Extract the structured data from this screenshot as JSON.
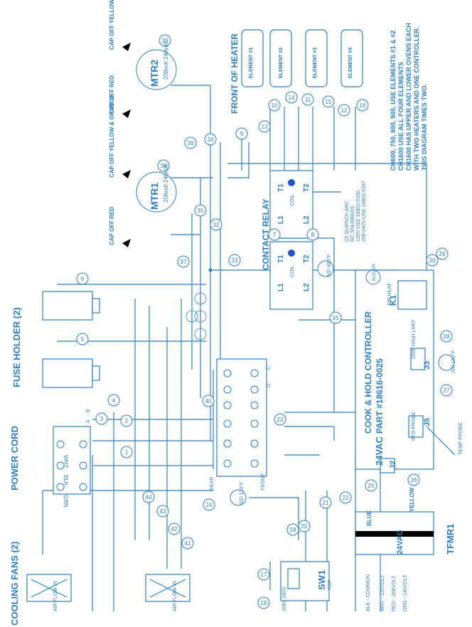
{
  "labels": {
    "cooling_fans": "COOLING FANS (2)",
    "power_cord": "POWER CORD",
    "fuse_holder": "FUSE HOLDER (2)",
    "front_of_heater": "FRONT OF HEATER",
    "contact_relay": "CONTACT RELAY",
    "controller_line1": "COOK & HOLD CONTROLLER",
    "controller_line2": "PART #18616-0025",
    "controller_voltage": "24VAC",
    "transformer": "TFMR1",
    "transformer_voltage": "24VAC",
    "k1": "K1",
    "j3": "J3",
    "j5": "J5",
    "j2": "J2",
    "sw1": "SW1",
    "mtr2": "MTR2",
    "mtr1": "MTR1",
    "motor_voltage": "208volt 240volt",
    "cap_off_yellow_orange": "CAP OFF YELLOW & ORANGE",
    "cap_off_red": "CAP OFF RED",
    "quench_arc_1": "(2) QUENCH ARC",
    "quench_arc_2": "RC SNUBBERS",
    "quench_arc_3": "120V-USE 18802-0165",
    "quench_arc_4": "208-240V-USE 18802-0167",
    "element1": "ELEMENT #1",
    "element2": "ELEMENT #2",
    "element3": "ELEMENT #3",
    "element4": "ELEMENT #4",
    "t1": "T1",
    "t2": "T2",
    "l1": "L1",
    "l2": "L2",
    "coil": "COIL",
    "sd_120": "S/D 120°F",
    "sd_460": "S/D 460°F",
    "sd_160": "S/D 160°F",
    "high_limit": "160F HIGH LIMIT",
    "rtd_probe": "RTD PROBE",
    "temp_probe": "TEMP PROBE",
    "air_heat": "AIR HEAT",
    "buzzer": "BUZZER",
    "tx_blk_common": "BLK - COMMON",
    "tx_wht_120": "WHT - 120VOLT",
    "tx_red_208": "RED - 208VOLT",
    "tx_org_240": "ORG - 240VOLT",
    "blue": "BLUE",
    "yellow": "YELLOW",
    "wht": "WHT",
    "blk": "BLK",
    "grn": "GRN",
    "air_flow_in": "AIR FLOW IN",
    "sw_voltage": "208V 240V",
    "top": "TOP",
    "c": "C",
    "d": "D",
    "rear": "REAR",
    "front": "FRONT",
    "a": "A",
    "b": "B"
  },
  "notes": {
    "line1": "CH600, 750, 800, 900, USE ELEMENTS #1 & #2",
    "line2": "CH1600 USE ALL FOUR ELEMENTS",
    "line3": "CH1600 HAS UPPER AND LOWER OVENS EACH",
    "line4": "WITH TWO HEATERS AND ONE CONTROLLER.",
    "line5": "THIS DIAGRAM TIMES TWO."
  },
  "wires": {
    "1": "1",
    "2": "2",
    "3": "3",
    "4": "4",
    "5": "5",
    "6": "6",
    "7": "7",
    "8": "8",
    "9": "9",
    "10": "10",
    "11": "11",
    "12": "12",
    "13": "13",
    "14": "14",
    "15": "15",
    "16": "16",
    "17": "17",
    "18": "18",
    "19": "19",
    "20": "20",
    "21": "21",
    "22": "22",
    "23": "23",
    "24": "24",
    "25": "25",
    "26": "26",
    "27": "27",
    "28": "28",
    "29": "29",
    "30": "30",
    "31": "31",
    "32": "32",
    "33": "33",
    "34": "34",
    "35": "35",
    "36": "36",
    "37": "37",
    "38": "38",
    "39": "39",
    "40": "40",
    "41": "41",
    "42": "42",
    "43": "43",
    "44": "44"
  },
  "colors": {
    "line": "#2f7fc1",
    "relay_dot": "#1f55c9",
    "background": "#ffffff"
  }
}
